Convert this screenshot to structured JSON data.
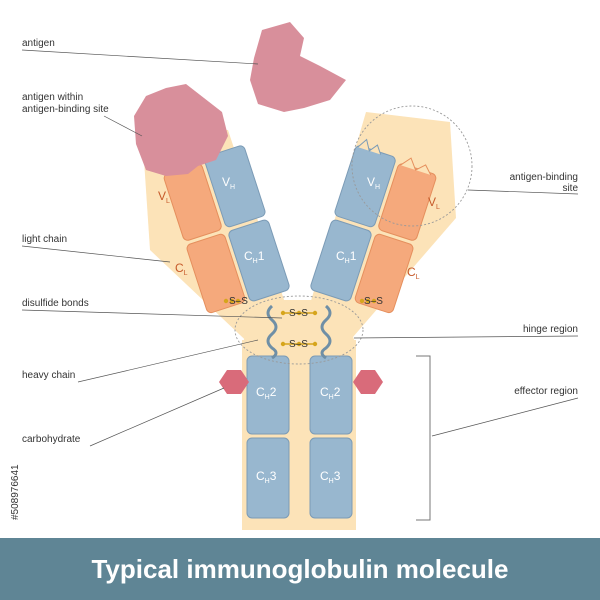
{
  "title": "Typical immunoglobulin molecule",
  "labels": {
    "antigen": "antigen",
    "antigen_within_1": "antigen within",
    "antigen_within_2": "antigen-binding site",
    "light_chain": "light chain",
    "disulfide_bonds": "disulfide bonds",
    "heavy_chain": "heavy chain",
    "carbohydrate": "carbohydrate",
    "antigen_binding_1": "antigen-binding",
    "antigen_binding_2": "site",
    "hinge_region": "hinge region",
    "effector_region": "effector region"
  },
  "domains": {
    "v_main": "V",
    "c_main": "C",
    "h_sub": "H",
    "l_sub": "L",
    "one": "1",
    "two": "2",
    "three": "3"
  },
  "bond_text": "S–S",
  "watermark": "#508976641",
  "colors": {
    "fragment": "#fce3b8",
    "heavy": "#98b7cf",
    "heavy_stroke": "#7b9bb6",
    "light": "#f5a97c",
    "light_stroke": "#e58f5d",
    "antigen": "#d88f9b",
    "carbohydrate": "#d96b7a",
    "bond": "#d6a51c",
    "hinge": "#6f8fa6",
    "title_bar": "#5f8595"
  }
}
